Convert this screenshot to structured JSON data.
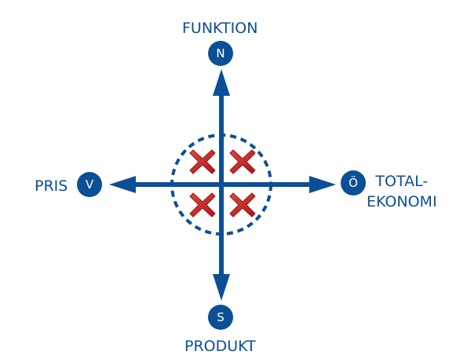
{
  "labels": {
    "north": "FUNKTION",
    "south": "PRODUKT",
    "west": "PRIS",
    "east_line1": "TOTAL-",
    "east_line2": "EKONOMI"
  },
  "badges": {
    "north": "N",
    "south": "S",
    "west": "V",
    "east": "Ö"
  },
  "colors": {
    "primary_blue": "#0b4f96",
    "cross_red": "#c62828",
    "background": "#ffffff"
  },
  "icons": [
    "north-arrow-icon",
    "south-arrow-icon",
    "west-arrow-icon",
    "east-arrow-icon",
    "cross-icon"
  ]
}
